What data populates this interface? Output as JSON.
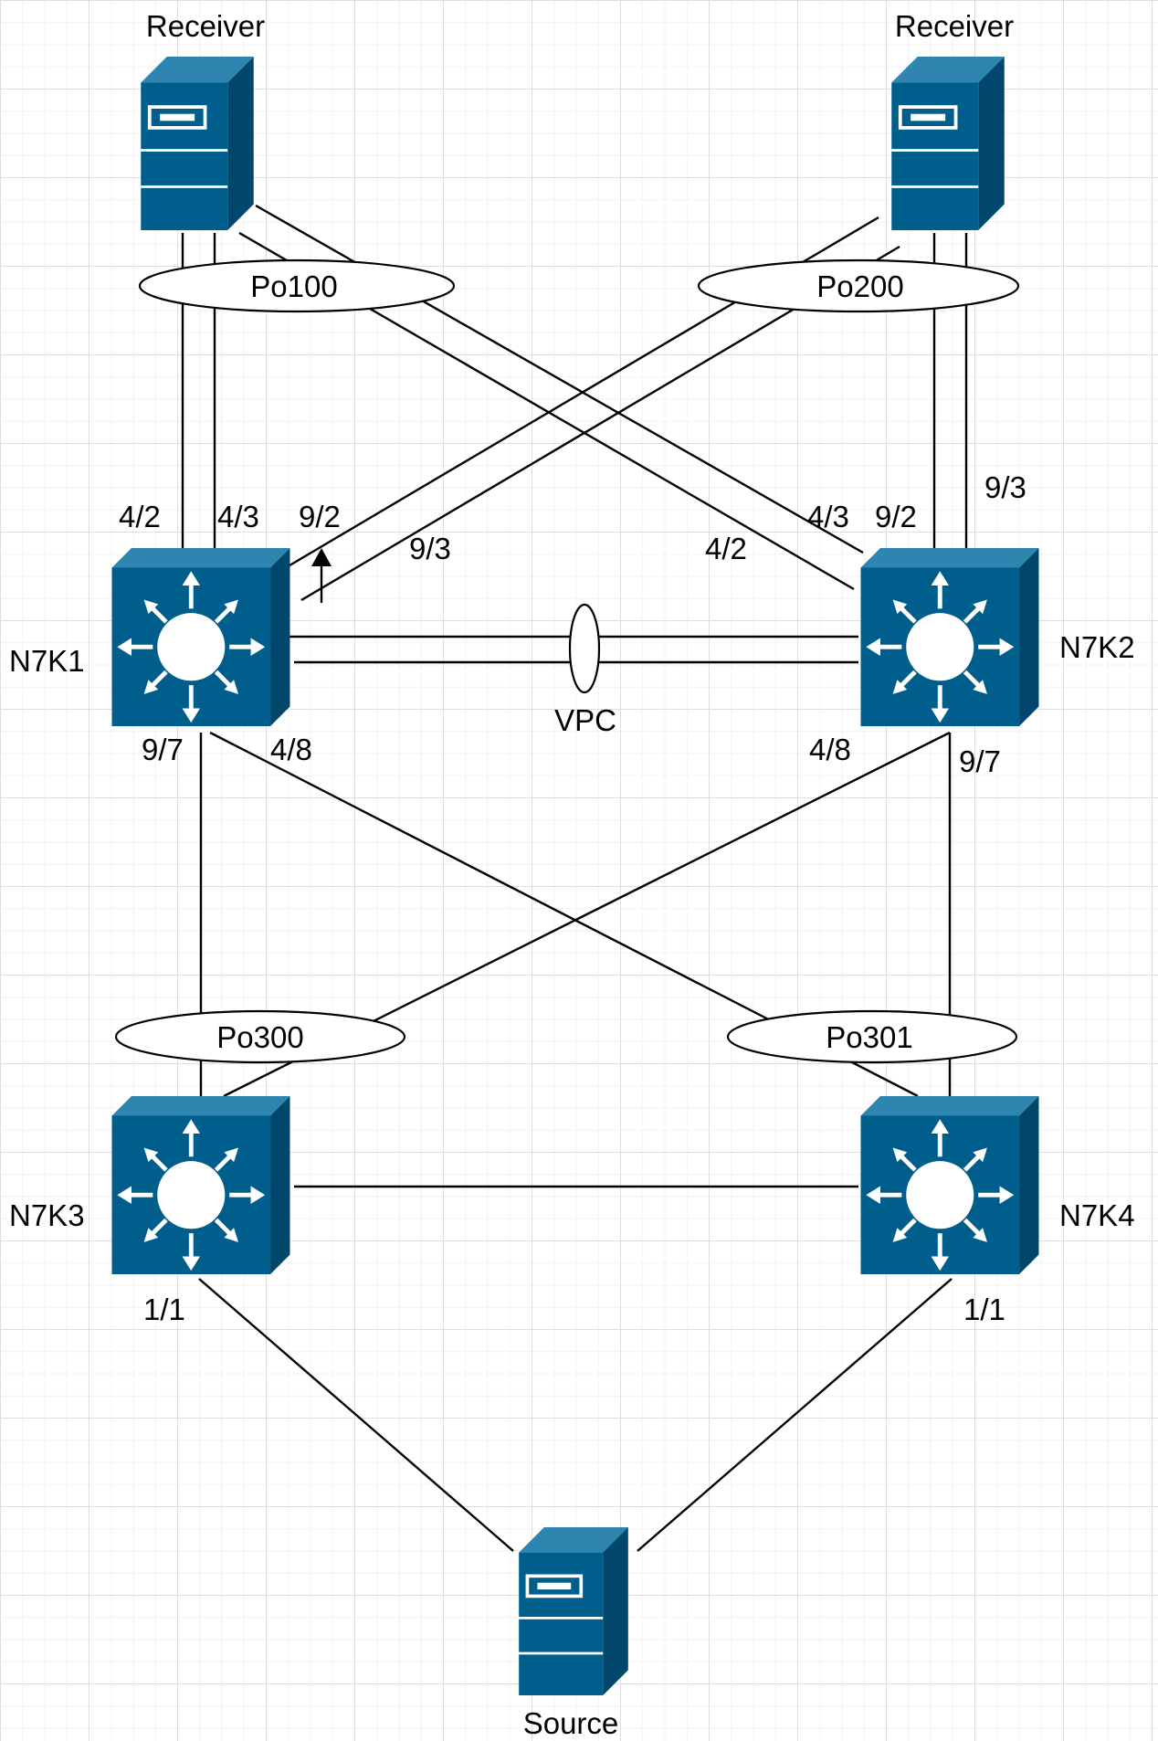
{
  "devices": {
    "receiver_left": "Receiver",
    "receiver_right": "Receiver",
    "n7k1": "N7K1",
    "n7k2": "N7K2",
    "n7k3": "N7K3",
    "n7k4": "N7K4",
    "source": "Source"
  },
  "port_channels": {
    "po100": "Po100",
    "po200": "Po200",
    "po300": "Po300",
    "po301": "Po301",
    "vpc": "VPC"
  },
  "ports": {
    "n7k1_4_2": "4/2",
    "n7k1_4_3": "4/3",
    "n7k1_9_2": "9/2",
    "n7k1_9_3": "9/3",
    "n7k2_4_2": "4/2",
    "n7k2_4_3": "4/3",
    "n7k2_9_2": "9/2",
    "n7k2_9_3": "9/3",
    "n7k1_9_7": "9/7",
    "n7k1_4_8": "4/8",
    "n7k2_4_8": "4/8",
    "n7k2_9_7": "9/7",
    "n7k3_1_1": "1/1",
    "n7k4_1_1": "1/1"
  },
  "colors": {
    "device_fill": "#005e8c",
    "device_dark": "#00476b",
    "device_light": "#2e85b0",
    "line": "#000000",
    "grid": "#dedede"
  }
}
